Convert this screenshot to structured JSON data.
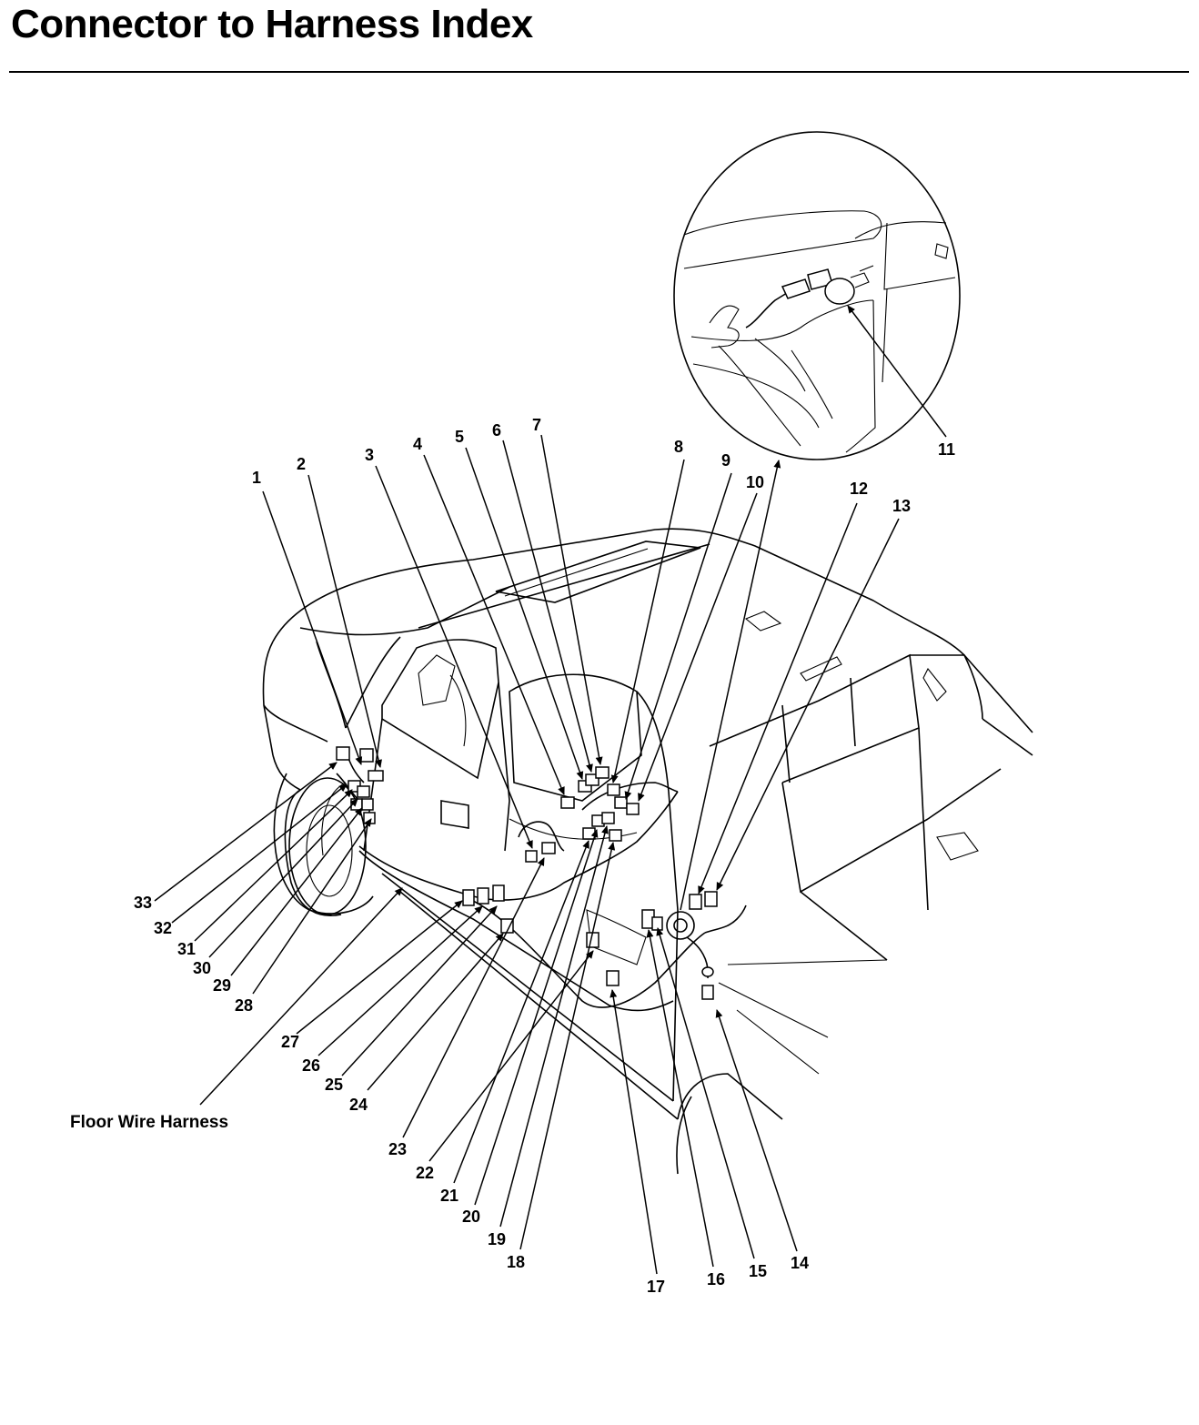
{
  "title": "Connector to Harness Index",
  "harness_label": "Floor Wire Harness",
  "callouts": [
    "1",
    "2",
    "3",
    "4",
    "5",
    "6",
    "7",
    "8",
    "9",
    "10",
    "11",
    "12",
    "13",
    "14",
    "15",
    "16",
    "17",
    "18",
    "19",
    "20",
    "21",
    "22",
    "23",
    "24",
    "25",
    "26",
    "27",
    "28",
    "29",
    "30",
    "31",
    "32",
    "33"
  ]
}
